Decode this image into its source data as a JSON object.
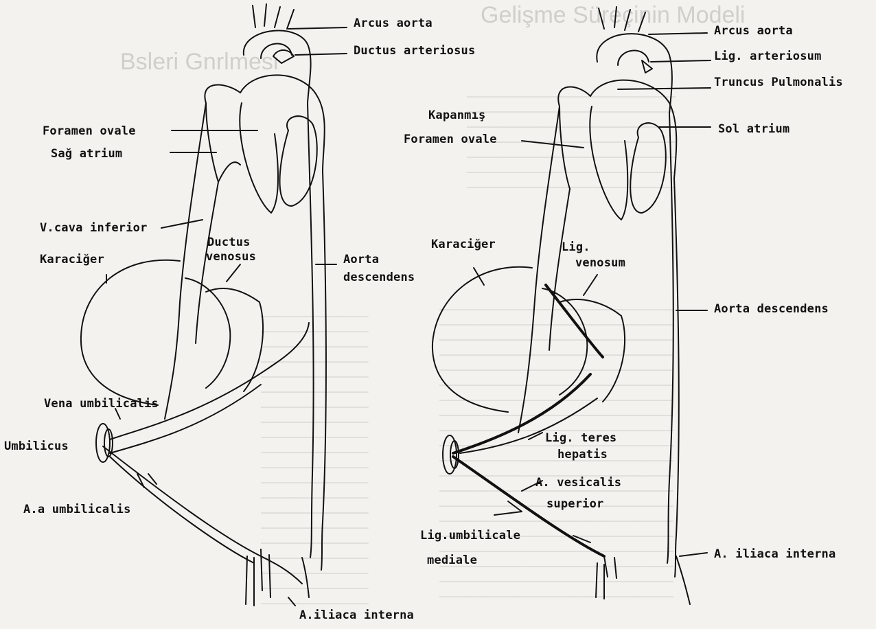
{
  "left_figure": {
    "labels": {
      "arcus_aorta": "Arcus aorta",
      "ductus_arteriosus": "Ductus arteriosus",
      "foramen_ovale": "Foramen ovale",
      "sag_atrium": "Sağ atrium",
      "vcava_inferior": "V.cava inferior",
      "karaciger": "Karaciğer",
      "ductus_venosus_1": "Ductus",
      "ductus_venosus_2": "venosus",
      "aorta_descendens_1": "Aorta",
      "aorta_descendens_2": "descendens",
      "vena_umbilicalis": "Vena umbilicalis",
      "umbilicus": "Umbilicus",
      "aa_umbilicalis": "A.a umbilicalis",
      "a_iliaca_interna": "A.iliaca interna"
    }
  },
  "right_figure": {
    "labels": {
      "arcus_aorta": "Arcus aorta",
      "lig_arteriosum": "Lig. arteriosum",
      "truncus_pulmonalis": "Truncus Pulmonalis",
      "kapanmis": "Kapanmış",
      "foramen_ovale": "Foramen ovale",
      "sol_atrium": "Sol atrium",
      "karaciger": "Karaciğer",
      "lig_venosum_1": "Lig.",
      "lig_venosum_2": "venosum",
      "aorta_descendens": "Aorta descendens",
      "lig_teres_1": "Lig. teres",
      "lig_teres_2": "hepatis",
      "a_vesicalis_1": "A. vesicalis",
      "a_vesicalis_2": "superior",
      "lig_umbilicale_1": "Lig.umbilicale",
      "lig_umbilicale_2": "mediale",
      "a_iliaca_interna": "A. iliaca interna"
    }
  },
  "colors": {
    "ink": "#111111",
    "paper": "#f3f2ee",
    "bleed": "#c9c9c6"
  }
}
